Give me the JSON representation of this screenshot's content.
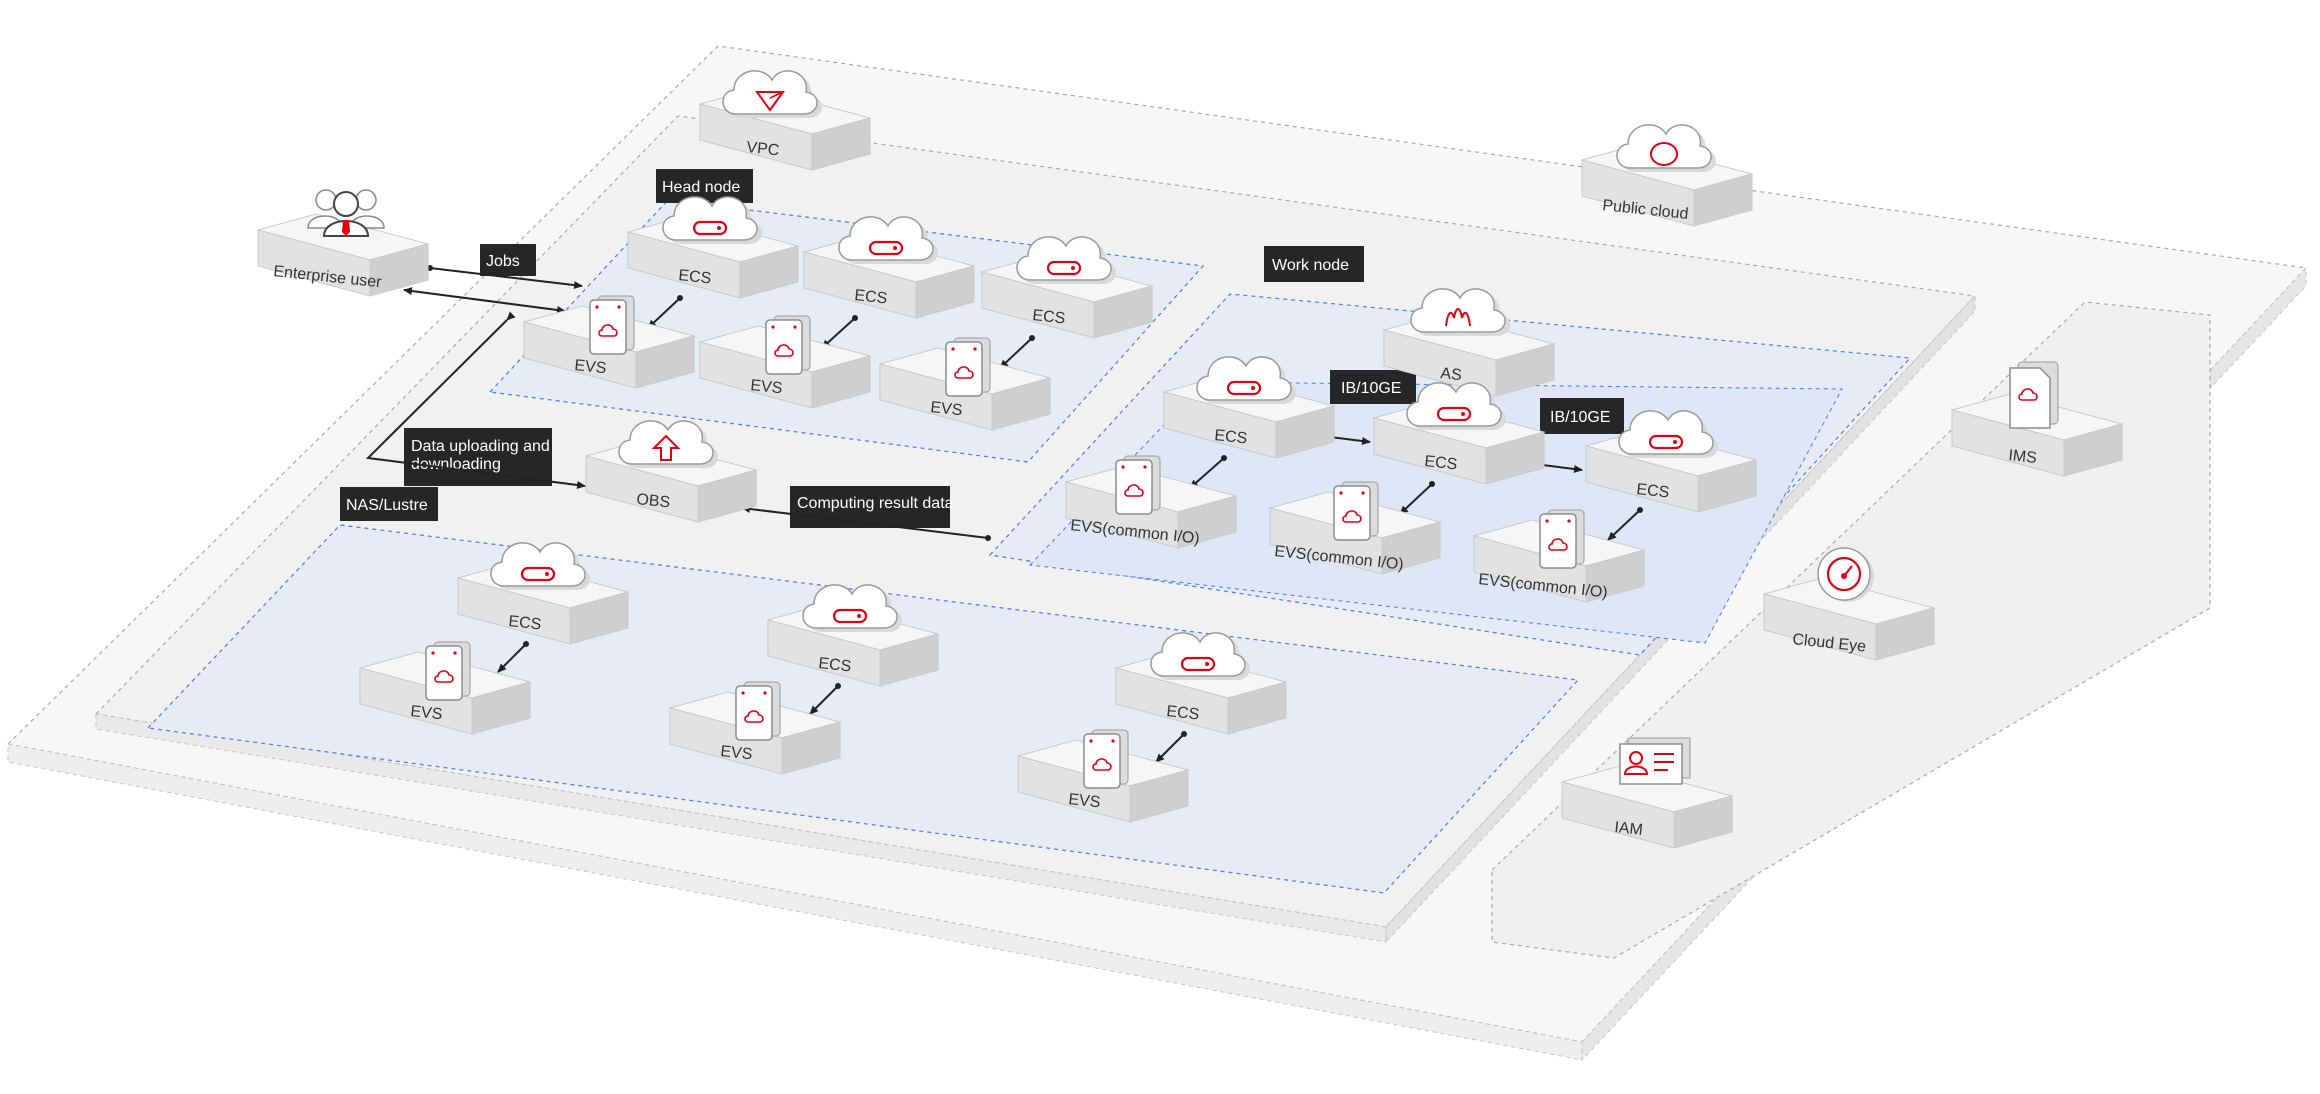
{
  "diagram": {
    "areas": {
      "public_cloud": "Public cloud"
    },
    "tags": {
      "head_node": "Head  node",
      "work_node": "Work node",
      "nas_lustre": "NAS/Lustre",
      "jobs": "Jobs",
      "data_updown_line1": "Data uploading and",
      "data_updown_line2": "downloading",
      "computing_result": "Computing result data",
      "ib_1": "IB/10GE",
      "ib_2": "IB/10GE"
    },
    "nodes": {
      "enterprise_user": "Enterprise user",
      "vpc": "VPC",
      "public_cloud": "Public cloud",
      "obs": "OBS",
      "as": "AS",
      "ims": "IMS",
      "cloud_eye": "Cloud Eye",
      "iam": "IAM",
      "head_ecs": [
        "ECS",
        "ECS",
        "ECS"
      ],
      "head_evs": [
        "EVS",
        "EVS",
        "EVS"
      ],
      "work_ecs": [
        "ECS",
        "ECS",
        "ECS"
      ],
      "work_evs": [
        "EVS(common I/O)",
        "EVS(common I/O)",
        "EVS(common I/O)"
      ],
      "nas_ecs": [
        "ECS",
        "ECS",
        "ECS"
      ],
      "nas_evs": [
        "EVS",
        "EVS",
        "EVS"
      ]
    },
    "colors": {
      "accent": "#e60012",
      "tag_bg": "#262626",
      "zone_fill": "#e6ebf6",
      "zone_stroke": "#4f83e6",
      "platform": "#f7f7f7",
      "box_top": "#f5f5f5"
    }
  }
}
